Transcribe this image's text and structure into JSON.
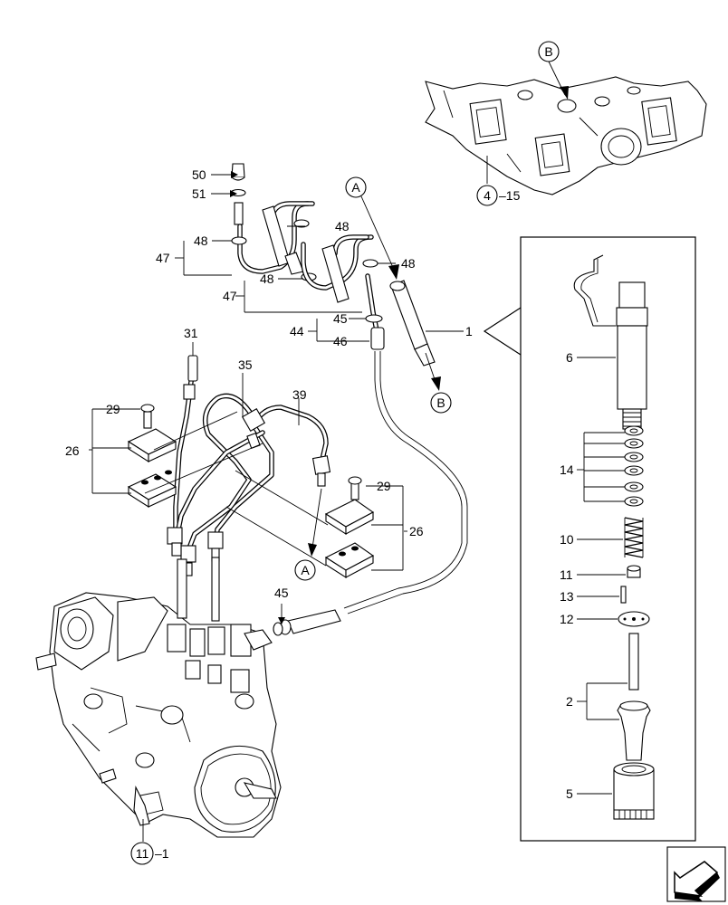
{
  "refs": {
    "a_top": "A",
    "a_bottom": "A",
    "b_top": "B",
    "b_bottom": "B",
    "ref_4": "4",
    "ref_4_suffix": "–15",
    "ref_11": "11",
    "ref_11_suffix": "–1"
  },
  "callouts": {
    "c50": "50",
    "c51": "51",
    "c48a": "48",
    "c48b": "48",
    "c48c": "48",
    "c48d": "48",
    "c47a": "47",
    "c47b": "47",
    "c45a": "45",
    "c45b": "45",
    "c44": "44",
    "c46": "46",
    "c1": "1",
    "c31": "31",
    "c35": "35",
    "c39": "39",
    "c29a": "29",
    "c29b": "29",
    "c26a": "26",
    "c26b": "26"
  },
  "detail": {
    "c6": "6",
    "c14": "14",
    "c10": "10",
    "c11": "11",
    "c13": "13",
    "c12": "12",
    "c2": "2",
    "c5": "5"
  },
  "nav": {
    "icon": "arrow-icon"
  }
}
